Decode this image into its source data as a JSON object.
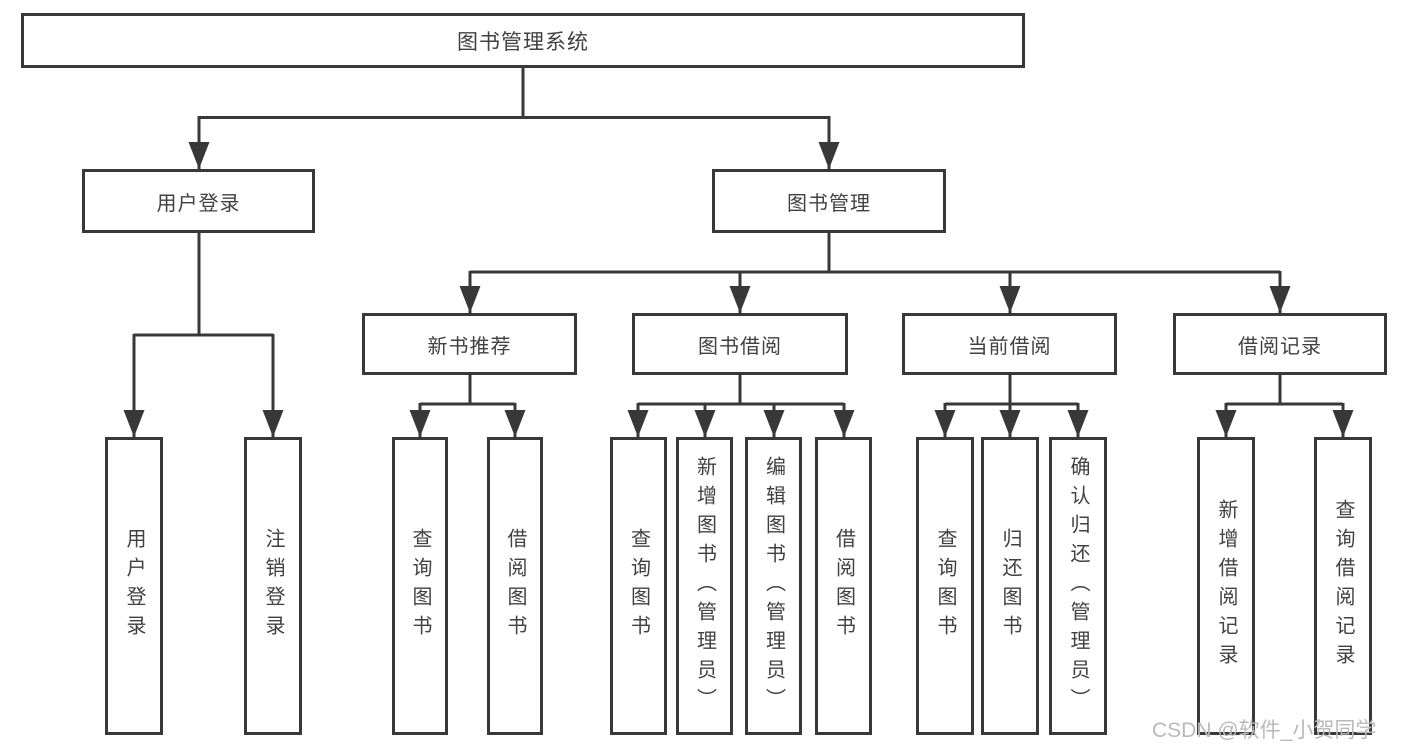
{
  "diagram": {
    "title": "图书管理系统",
    "branches": [
      {
        "label": "用户登录",
        "children": [
          {
            "label": "用户登录"
          },
          {
            "label": "注销登录"
          }
        ]
      },
      {
        "label": "图书管理",
        "children": [
          {
            "label": "新书推荐",
            "children": [
              {
                "label": "查询图书"
              },
              {
                "label": "借阅图书"
              }
            ]
          },
          {
            "label": "图书借阅",
            "children": [
              {
                "label": "查询图书"
              },
              {
                "label": "新增图书（管理员）"
              },
              {
                "label": "编辑图书（管理员）"
              },
              {
                "label": "借阅图书"
              }
            ]
          },
          {
            "label": "当前借阅",
            "children": [
              {
                "label": "查询图书"
              },
              {
                "label": "归还图书"
              },
              {
                "label": "确认归还（管理员）"
              }
            ]
          },
          {
            "label": "借阅记录",
            "children": [
              {
                "label": "新增借阅记录"
              },
              {
                "label": "查询借阅记录"
              }
            ]
          }
        ]
      }
    ]
  },
  "watermark": {
    "text": "CSDN @软件_小贺同学"
  },
  "colors": {
    "line": "#383838",
    "box_border": "#383838",
    "text": "#414141",
    "background": "#ffffff",
    "watermark": "#b9b9b9"
  }
}
